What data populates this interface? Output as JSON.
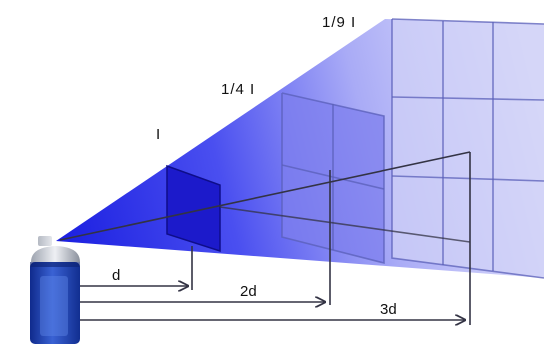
{
  "labels": {
    "intensity_1": "I",
    "intensity_2": "1/4 I",
    "intensity_3": "1/9 I",
    "distance_1": "d",
    "distance_2": "2d",
    "distance_3": "3d"
  },
  "colors": {
    "beam_core": "#1a1ee0",
    "beam_mid": "#6a6ef0",
    "beam_far": "#dcdcfb",
    "near_square": "#1c1acb",
    "mid_square": "#7779ee",
    "far_square": "#c8c8f6",
    "can_body": "#1f3fb0",
    "guide_line": "#333344"
  },
  "icons": {
    "source": "spray-can-icon"
  }
}
